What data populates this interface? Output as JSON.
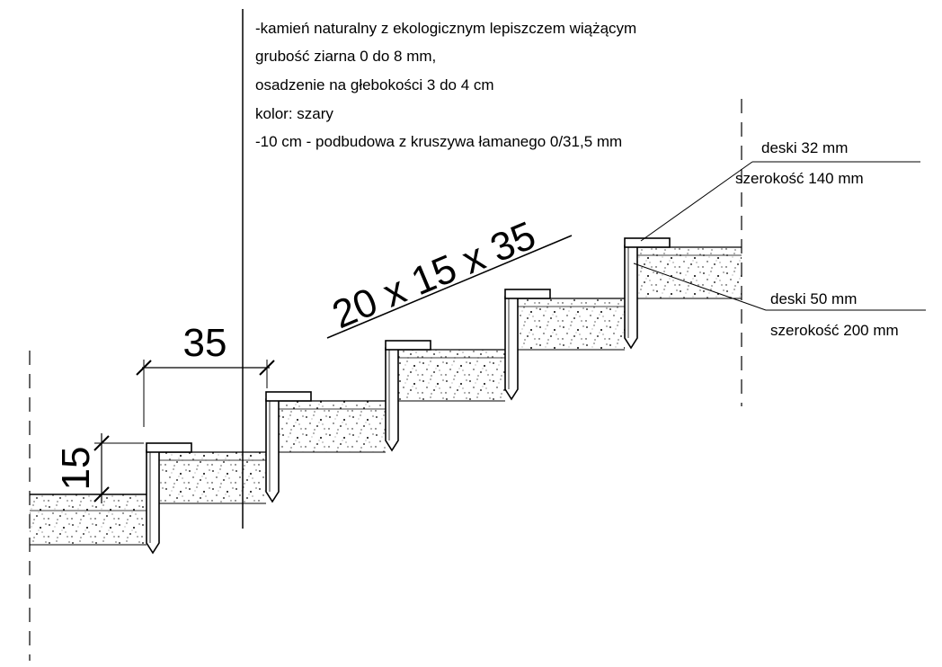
{
  "notes": {
    "line1": "-kamień naturalny z ekologicznym lepiszczem wiążącym",
    "line2": "grubość ziarna 0 do 8 mm,",
    "line3": "osadzenie na głebokości 3 do 4 cm",
    "line4": "kolor: szary",
    "line5": "-10 cm - podbudowa z kruszywa łamanego 0/31,5 mm"
  },
  "callouts": {
    "top_board": {
      "line1": "deski 32 mm",
      "line2": "szerokość 140 mm"
    },
    "riser_board": {
      "line1": "deski 50 mm",
      "line2": "szerokość 200 mm"
    }
  },
  "dimensions": {
    "tread": "35",
    "riser": "15",
    "step_spec": "20 x 15 x 35"
  },
  "colors": {
    "line": "#000000",
    "background": "#ffffff",
    "stipple": "#000000"
  }
}
